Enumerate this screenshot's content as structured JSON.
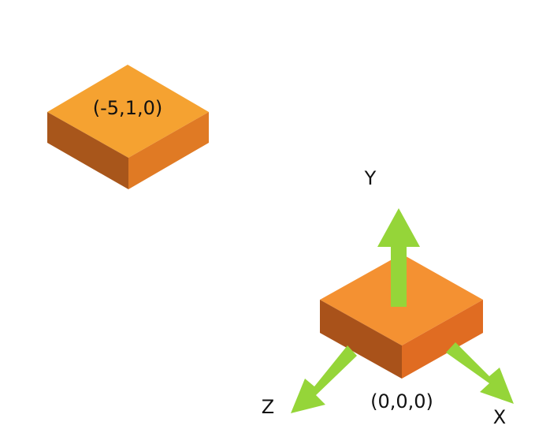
{
  "colors": {
    "cube_top": "#f5a231",
    "cube_left": "#a8561b",
    "cube_right": "#e07a24",
    "origin_top": "#f49132",
    "origin_left": "#a9521a",
    "origin_right": "#e06c22",
    "arrow": "#95d539",
    "text": "#111111"
  },
  "cubes": [
    {
      "id": "cube-remote",
      "label": "(-5,1,0)"
    },
    {
      "id": "cube-origin",
      "label": "(0,0,0)"
    }
  ],
  "axes": {
    "x": {
      "label": "X"
    },
    "y": {
      "label": "Y"
    },
    "z": {
      "label": "Z"
    }
  }
}
